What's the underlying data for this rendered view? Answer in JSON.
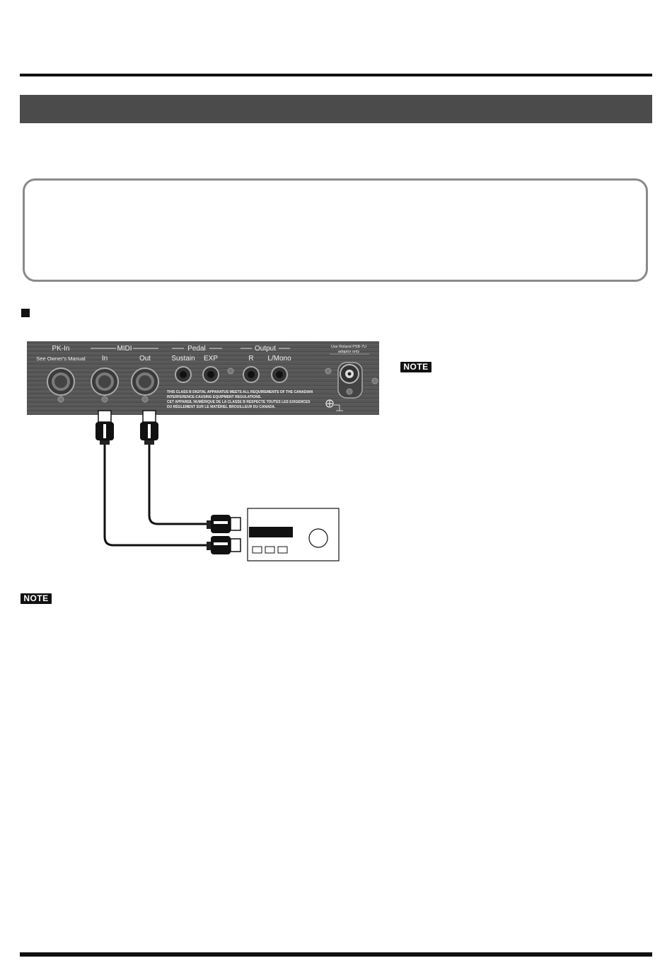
{
  "panel": {
    "pk_in": "PK-In",
    "pk_in_sub": "See Owner's Manual",
    "midi": "MIDI",
    "midi_in": "In",
    "midi_out": "Out",
    "pedal": "Pedal",
    "pedal_sustain": "Sustain",
    "pedal_exp": "EXP",
    "output": "Output",
    "output_r": "R",
    "output_lmono": "L/Mono",
    "adapter_line1": "Use Roland PSB-7U",
    "adapter_line2": "adaptor only",
    "compliance_1": "THIS CLASS B DIGITAL APPARATUS MEETS ALL REQUIREMENTS OF THE CANADIAN",
    "compliance_2": "INTERFERENCE-CAUSING EQUIPMENT REGULATIONS.",
    "compliance_3": "CET APPAREIL NUMÉRIQUE DE LA CLASSE B RESPECTE TOUTES LES EXIGENCES",
    "compliance_4": "DU RÉGLEMENT SUR LE MATÉRIEL BROUILLEUR DU CANADA."
  },
  "notes": {
    "badge_1": "NOTE",
    "badge_2": "NOTE"
  },
  "colors": {
    "section_bar": "#4b4b4b",
    "panel_bg": "#555555",
    "box_border": "#8a8a8a"
  }
}
